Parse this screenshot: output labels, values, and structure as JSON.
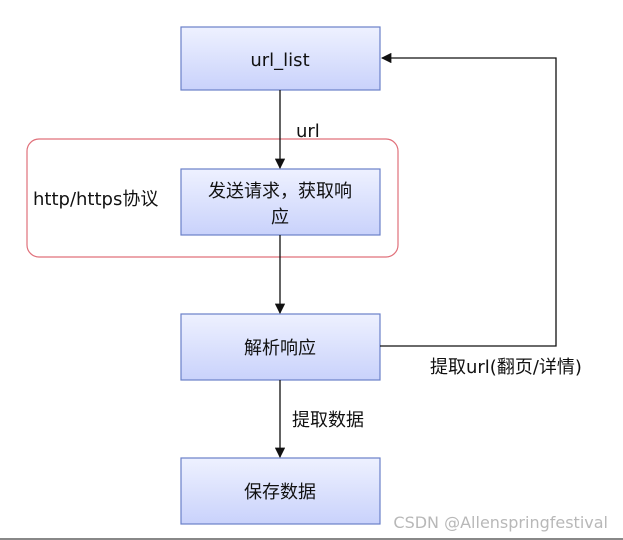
{
  "nodes": {
    "url_list": "url_list",
    "send_request_line1": "发送请求，获取响",
    "send_request_line2": "应",
    "parse_response": "解析响应",
    "save_data": "保存数据"
  },
  "group": {
    "label": "http/https协议"
  },
  "edges": {
    "url": "url",
    "extract_data": "提取数据",
    "extract_url": "提取url(翻页/详情)"
  },
  "watermark": "CSDN @Allenspringfestival",
  "colors": {
    "node_fill_top": "#eef1ff",
    "node_fill_bottom": "#c9d2fb",
    "node_stroke": "#6a80c9",
    "group_stroke": "#e0707a",
    "edge": "#111111"
  }
}
